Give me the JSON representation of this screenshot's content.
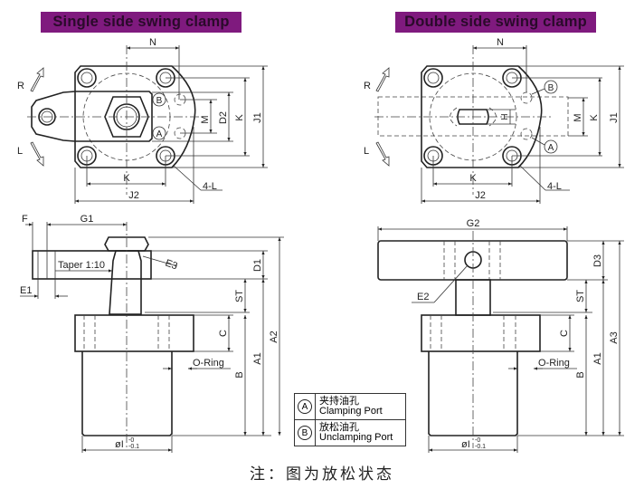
{
  "titles": {
    "single": "Single side swing clamp",
    "double": "Double side swing clamp"
  },
  "colors": {
    "banner_bg": "#7f1a7e",
    "banner_text": "#2a0a2a",
    "line": "#222222"
  },
  "top_view_single": {
    "labels": {
      "N": "N",
      "M": "M",
      "D2": "D2",
      "K_vert": "K",
      "J1": "J1",
      "K_horiz": "K",
      "J2": "J2",
      "holes": "4-L",
      "R": "R",
      "L": "L",
      "portA": "A",
      "portB": "B"
    }
  },
  "top_view_double": {
    "labels": {
      "N": "N",
      "H": "H",
      "M": "M",
      "K_vert": "K",
      "J1": "J1",
      "K_horiz": "K",
      "J2": "J2",
      "holes": "4-L",
      "R": "R",
      "L": "L",
      "portA": "A",
      "portB": "B"
    }
  },
  "side_view_single": {
    "labels": {
      "F": "F",
      "G1": "G1",
      "taper": "Taper 1:10",
      "E3": "E3",
      "E1": "E1",
      "D1": "D1",
      "ST": "ST",
      "C": "C",
      "A1": "A1",
      "A2": "A2",
      "B": "B",
      "oring": "O-Ring",
      "dia": "øI",
      "tol_upper": "-0",
      "tol_lower": "-0.1"
    }
  },
  "side_view_double": {
    "labels": {
      "G2": "G2",
      "E2": "E2",
      "D3": "D3",
      "ST": "ST",
      "C": "C",
      "A1": "A1",
      "A3": "A3",
      "B": "B",
      "oring": "O-Ring",
      "dia": "øI",
      "tol_upper": "-0",
      "tol_lower": "-0.1"
    }
  },
  "legend": [
    {
      "symbol": "A",
      "cn": "夹持油孔",
      "en": "Clamping Port"
    },
    {
      "symbol": "B",
      "cn": "放松油孔",
      "en": "Unclamping Port"
    }
  ],
  "note": "注：图为放松状态"
}
